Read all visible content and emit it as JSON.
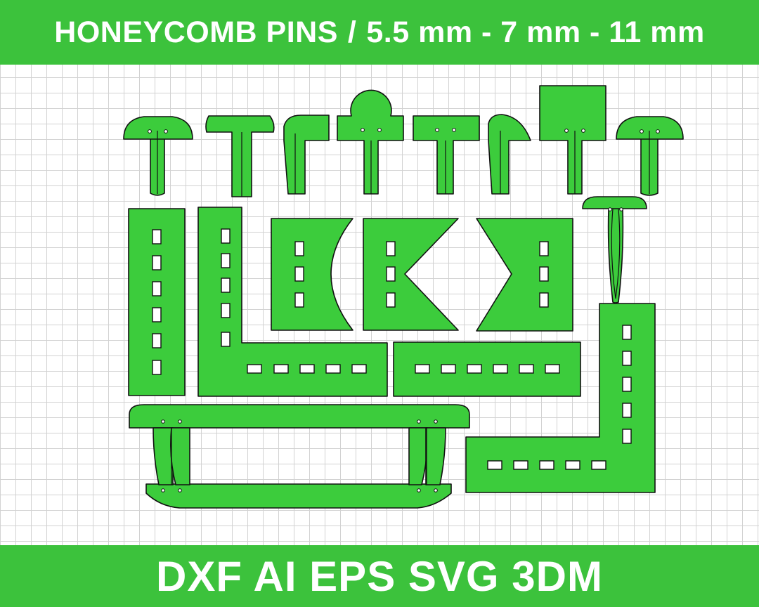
{
  "header": {
    "title": "HONEYCOMB PINS",
    "separator": "/",
    "sizes": "5.5 mm - 7 mm - 11 mm"
  },
  "footer": {
    "formats": "DXF AI EPS SVG 3DM"
  },
  "colors": {
    "banner": "#3cc23c",
    "part_fill": "#3ccc3c",
    "outline": "#111111",
    "grid": "#d2d2d2"
  }
}
